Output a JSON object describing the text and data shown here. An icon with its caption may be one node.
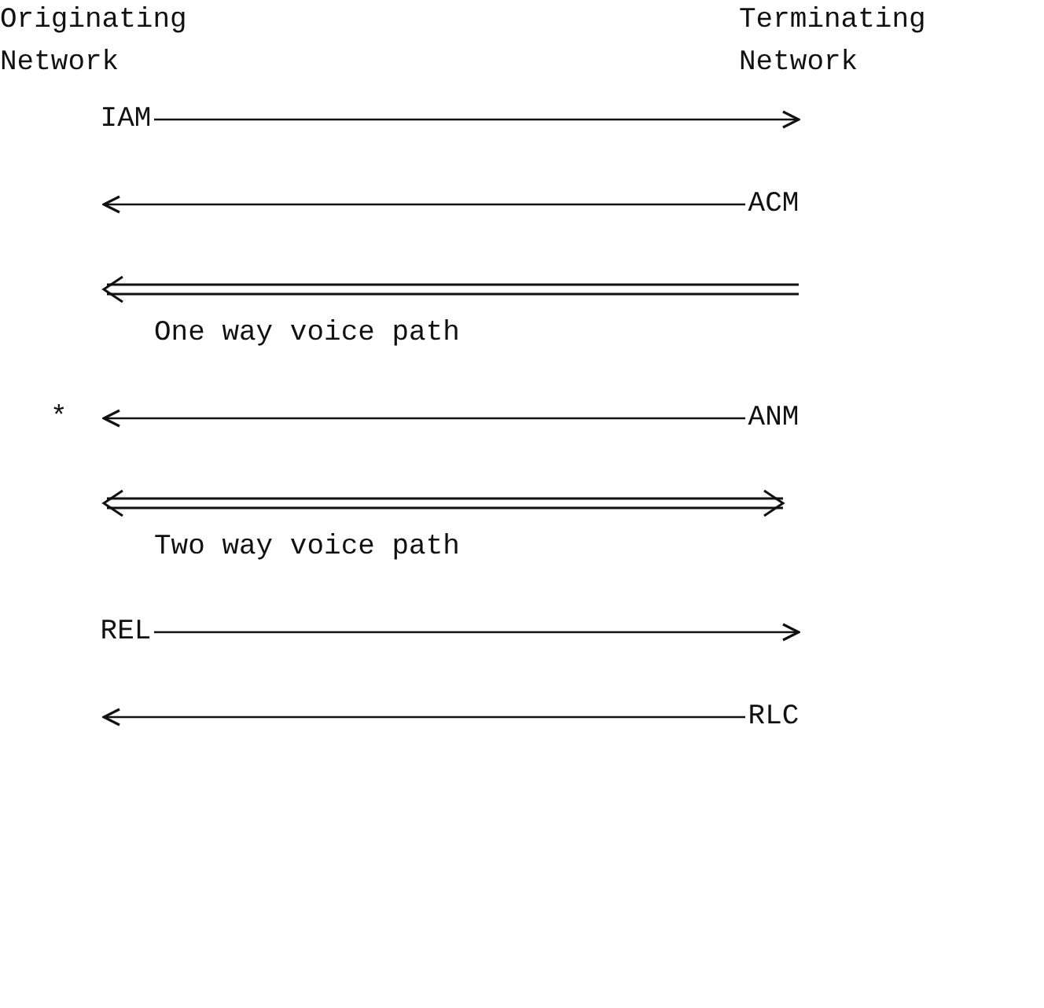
{
  "diagram": {
    "nodes": [
      {
        "text": [
          "IAM"
        ]
      },
      {
        "text": [
          "ACM"
        ]
      },
      {
        "text": [
          "ANM"
        ]
      },
      {
        "text": [
          "REL"
        ]
      },
      {
        "text": [
          "RLC"
        ]
      }
    ],
    "edges": [
      {
        "from": 0,
        "to": null,
        "arrow": "to"
      },
      {
        "from": 1,
        "to": null,
        "arrow": "to"
      },
      {
        "from": 2,
        "to": null,
        "arrow": "to"
      },
      {
        "from": 3,
        "to": null,
        "arrow": "to"
      },
      {
        "from": 4,
        "to": null,
        "arrow": "to"
      }
    ],
    "labels": [
      "Originating Network",
      "Terminating Network",
      "One way voice path",
      "*",
      "Two way voice path"
    ]
  }
}
